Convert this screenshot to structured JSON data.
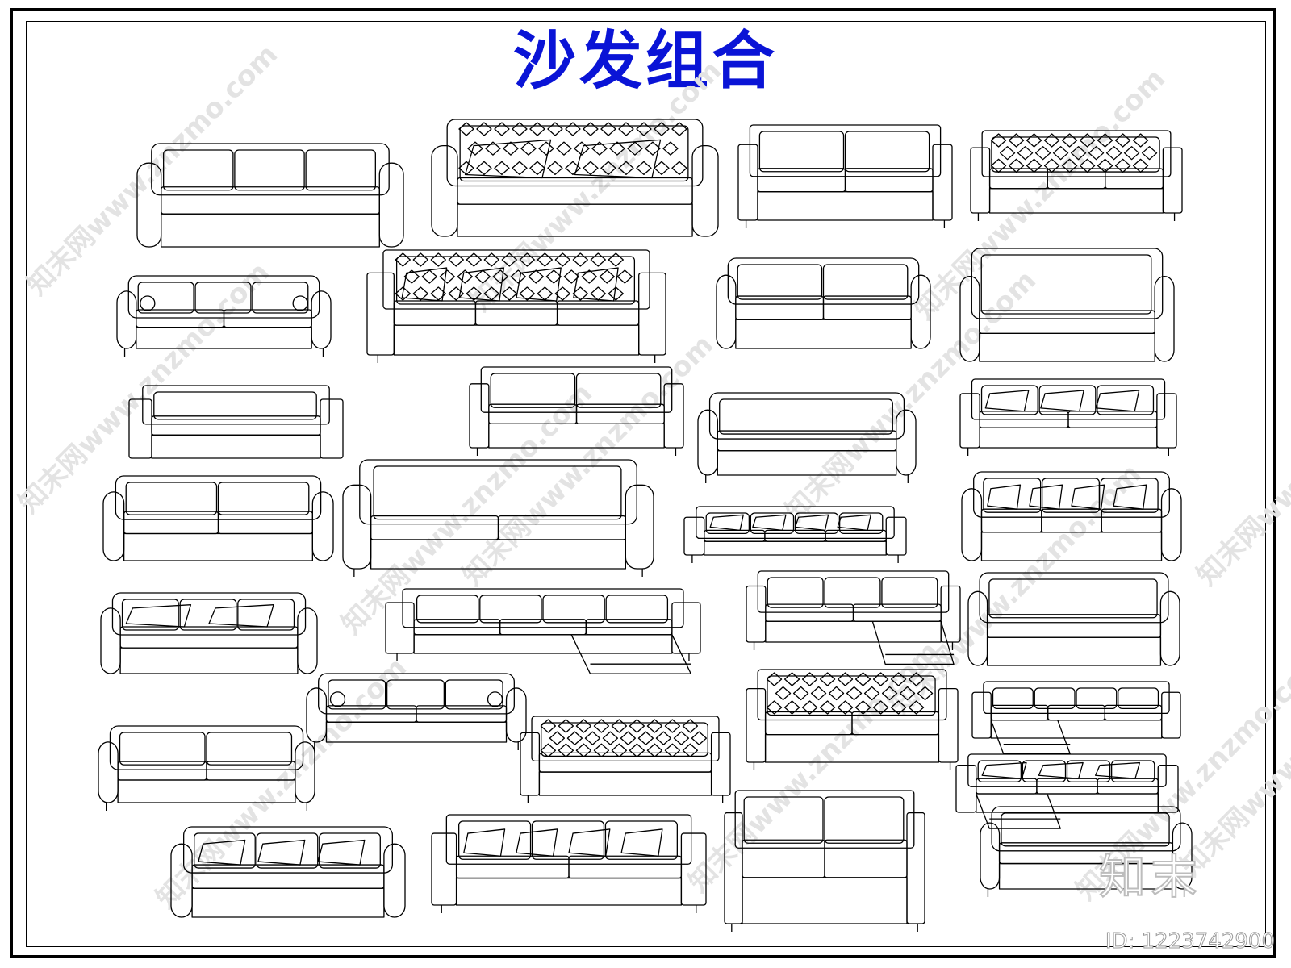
{
  "title": "沙发组合",
  "watermark": "知末网www.znzmo.com",
  "logo": "知末",
  "id_label": "ID: 1223742900",
  "colors": {
    "title": "#0a14d6",
    "line": "#000000",
    "watermark": "#e3e3e3"
  }
}
